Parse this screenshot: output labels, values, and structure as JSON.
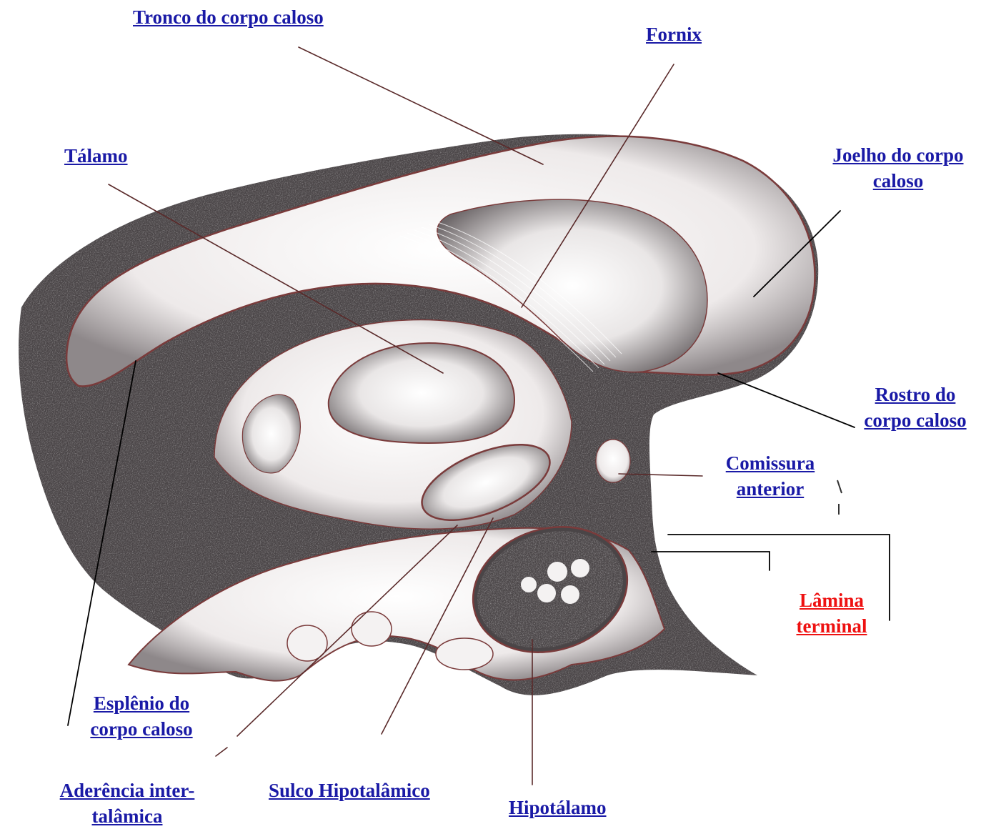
{
  "colors": {
    "link": "#1a1aa6",
    "link_highlight": "#ee1111",
    "shading": "#4a4547",
    "outline": "#7a3b3b",
    "leader": "#5a2a2a"
  },
  "labels": {
    "tronco": {
      "text": "Tronco do corpo caloso"
    },
    "fornix": {
      "text": "Fornix"
    },
    "talamo": {
      "text": "Tálamo"
    },
    "joelho": {
      "line1": "Joelho do corpo",
      "line2": "caloso"
    },
    "rostro": {
      "line1": "Rostro do",
      "line2": "corpo caloso"
    },
    "comissura": {
      "line1": "Comissura",
      "line2": "anterior"
    },
    "lamina": {
      "line1": "Lâmina",
      "line2": "terminal"
    },
    "esplenio": {
      "line1": "Esplênio do",
      "line2": "corpo caloso"
    },
    "aderencia": {
      "line1": "Aderência inter-",
      "line2": "talâmica"
    },
    "sulco": {
      "text": "Sulco Hipotalâmico"
    },
    "hipotalamo": {
      "text": "Hipotálamo"
    }
  }
}
